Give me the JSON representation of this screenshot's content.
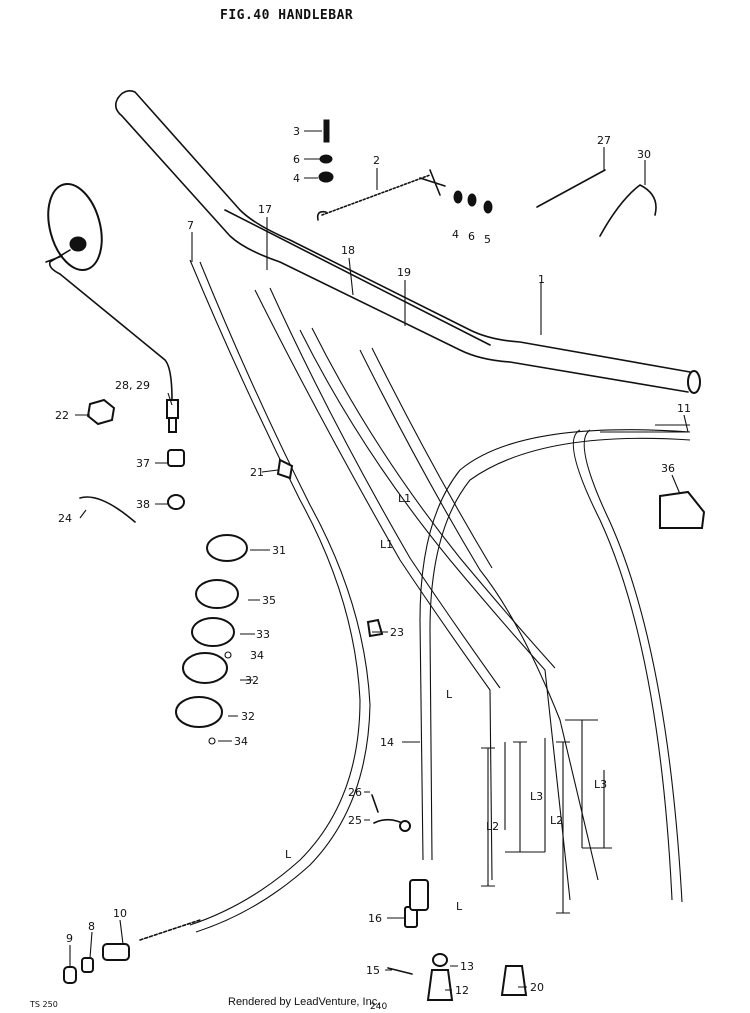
{
  "title": "FIG.40  HANDLEBAR",
  "footer": "Rendered by LeadVenture, Inc.",
  "page_number": "240",
  "corner_code": "TS 250",
  "callouts": {
    "c1": "1",
    "c2": "2",
    "c3": "3",
    "c4a": "4",
    "c4b": "4",
    "c5": "5",
    "c6a": "6",
    "c6b": "6",
    "c7": "7",
    "c8": "8",
    "c9": "9",
    "c10": "10",
    "c11": "11",
    "c12": "12",
    "c13": "13",
    "c14": "14",
    "c15": "15",
    "c16": "16",
    "c17": "17",
    "c18": "18",
    "c19": "19",
    "c20": "20",
    "c21": "21",
    "c22": "22",
    "c23": "23",
    "c24": "24",
    "c25": "25",
    "c26": "26",
    "c27": "27",
    "c2829": "28, 29",
    "c30": "30",
    "c31": "31",
    "c32a": "32",
    "c32b": "32",
    "c33": "33",
    "c34a": "34",
    "c34b": "34",
    "c35": "35",
    "c36": "36",
    "c37": "37",
    "c38": "38"
  },
  "dimensions": {
    "L1a": "L1",
    "L1b": "L1",
    "L2a": "L2",
    "L2b": "L2",
    "L3a": "L3",
    "L3b": "L3",
    "La": "L",
    "Lb": "L",
    "Lc": "L"
  }
}
